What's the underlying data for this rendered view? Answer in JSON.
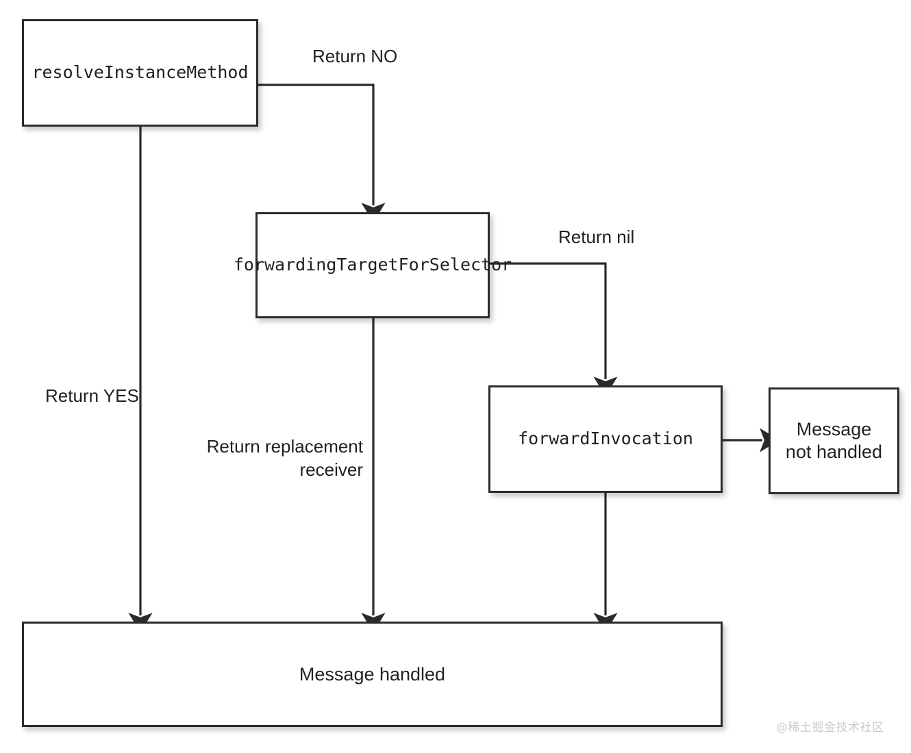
{
  "diagram": {
    "title": "Objective-C message forwarding flow",
    "background_color": "#ffffff",
    "stroke_color": "#2b2b2b",
    "text_color": "#231f20",
    "nodes": [
      {
        "id": "resolve-instance-method",
        "label": "resolveInstanceMethod",
        "style": "mono"
      },
      {
        "id": "forwarding-target",
        "label": "forwardingTargetForSelector",
        "style": "mono"
      },
      {
        "id": "forward-invocation",
        "label": "forwardInvocation",
        "style": "mono"
      },
      {
        "id": "message-not-handled",
        "label": "Message\nnot handled",
        "style": "sans"
      },
      {
        "id": "message-handled",
        "label": "Message handled",
        "style": "sans"
      }
    ],
    "edge_labels": {
      "return_no": "Return NO",
      "return_nil": "Return nil",
      "return_yes": "Return YES",
      "return_replacement_receiver": "Return replacement\nreceiver"
    },
    "edges": [
      {
        "from": "resolve-instance-method",
        "to": "forwarding-target",
        "label": "Return NO"
      },
      {
        "from": "resolve-instance-method",
        "to": "message-handled",
        "label": "Return YES"
      },
      {
        "from": "forwarding-target",
        "to": "forward-invocation",
        "label": "Return nil"
      },
      {
        "from": "forwarding-target",
        "to": "message-handled",
        "label": "Return replacement receiver"
      },
      {
        "from": "forward-invocation",
        "to": "message-not-handled",
        "label": ""
      },
      {
        "from": "forward-invocation",
        "to": "message-handled",
        "label": ""
      }
    ]
  },
  "watermark": {
    "text": "@稀土掘金技术社区",
    "color": "#c9c9c9"
  }
}
